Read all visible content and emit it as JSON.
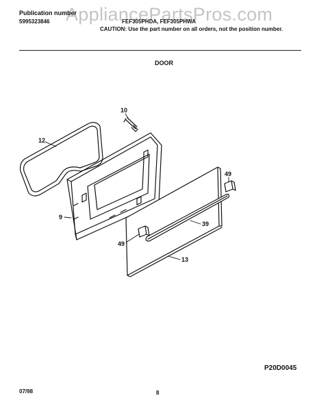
{
  "header": {
    "publication_label": "Publication number",
    "publication_number": "5995323846",
    "models": "FEF305PHDA, FEF305PHWA",
    "caution": "CAUTION: Use the part number on all orders, not the position number."
  },
  "watermark": "AppliancePartsPros.com",
  "section_title": "DOOR",
  "callouts": {
    "p12": "12",
    "p10": "10",
    "p9": "9",
    "p49_top": "49",
    "p39": "39",
    "p49_left": "49",
    "p13": "13"
  },
  "figure_code": "P20D0045",
  "footer": {
    "date": "07/98",
    "page": "8"
  },
  "colors": {
    "line": "#111111",
    "watermark": "#c4c4c4"
  }
}
